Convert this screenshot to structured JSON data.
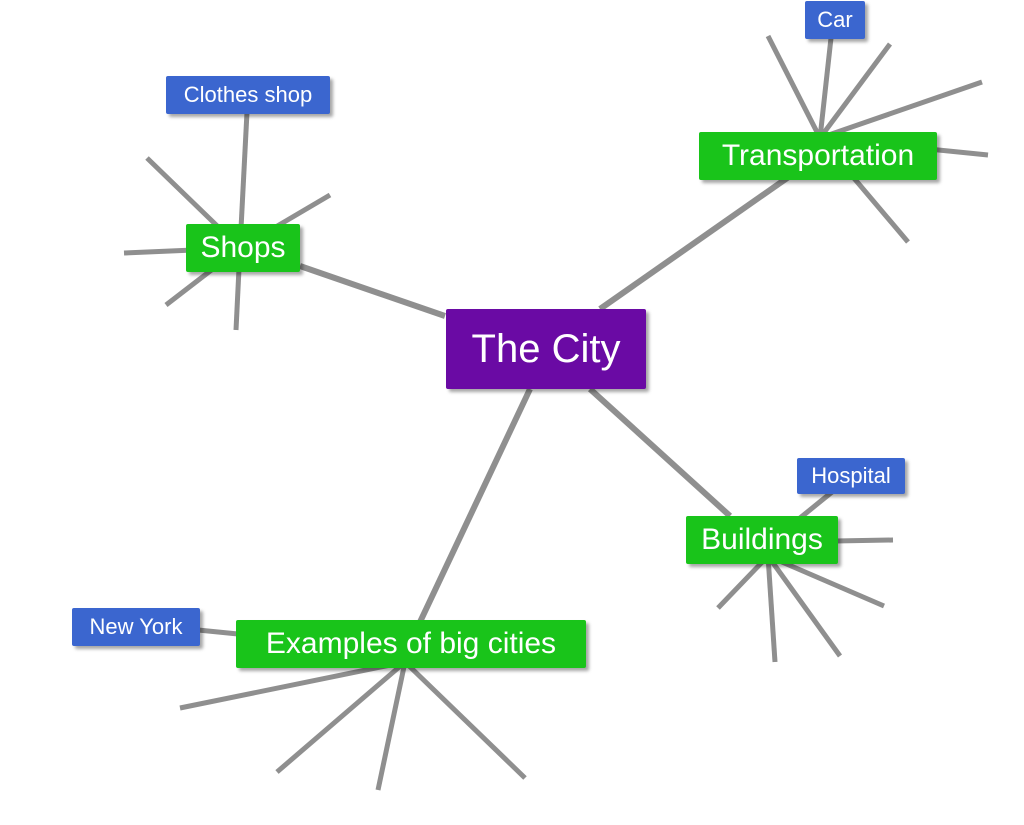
{
  "colors": {
    "root": "#6a0aa4",
    "topic": "#19c41a",
    "leaf": "#3b66cf",
    "connector": "#8f8f8f"
  },
  "root": {
    "label": "The City"
  },
  "branches": [
    {
      "label": "Shops",
      "leaf": "Clothes shop"
    },
    {
      "label": "Transportation",
      "leaf": "Car"
    },
    {
      "label": "Buildings",
      "leaf": "Hospital"
    },
    {
      "label": "Examples of big cities",
      "leaf": "New York"
    }
  ]
}
